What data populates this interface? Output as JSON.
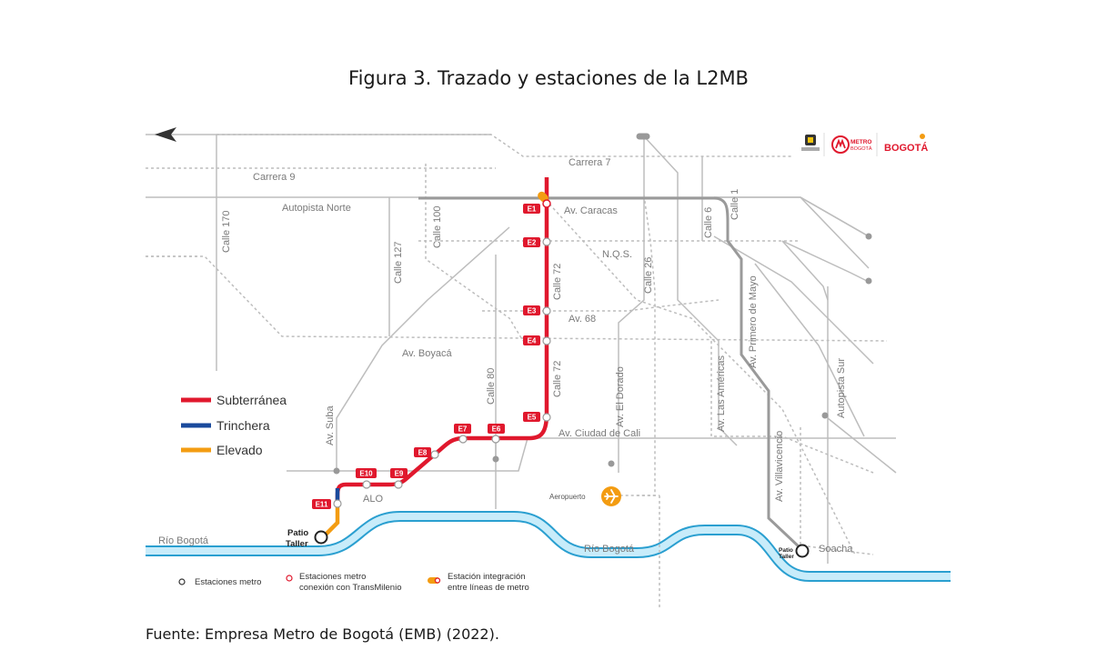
{
  "figure_title": "Figura 3. Trazado y estaciones de la L2MB",
  "source": "Fuente: Empresa Metro de Bogotá (EMB) (2022).",
  "streets": {
    "carrera7": "Carrera 7",
    "carrera9": "Carrera 9",
    "autopista_norte": "Autopista Norte",
    "av_caracas": "Av. Caracas",
    "calle170": "Calle 170",
    "calle127": "Calle 127",
    "calle100": "Calle 100",
    "calle72a": "Calle 72",
    "calle72b": "Calle 72",
    "nqs": "N.Q.S.",
    "calle26": "Calle 26",
    "calle6": "Calle 6",
    "calle1": "Calle 1",
    "av68": "Av. 68",
    "av_boyaca": "Av. Boyacá",
    "calle80": "Calle 80",
    "av_el_dorado": "Av. El Dorado",
    "av_las_americas": "Av. Las Américas",
    "av_primero_mayo": "Av. Primero de Mayo",
    "autopista_sur": "Autopista Sur",
    "av_suba": "Av. Suba",
    "av_ciudad_cali": "Av. Ciudad de Cali",
    "av_villavicencio": "Av. Villavicencio",
    "alo": "ALO",
    "rio1": "Río Bogotá",
    "rio2": "Río Bogotá",
    "soacha": "Soacha",
    "aeropuerto": "Aeropuerto"
  },
  "stations": [
    "E1",
    "E2",
    "E3",
    "E4",
    "E5",
    "E6",
    "E7",
    "E8",
    "E9",
    "E10",
    "E11"
  ],
  "patio1": [
    "Patio",
    "Taller"
  ],
  "patio2": [
    "Patio",
    "Taller"
  ],
  "legend": {
    "subterranea": "Subterránea",
    "trinchera": "Trinchera",
    "elevado": "Elevado",
    "colors": {
      "subterranea": "#e0182d",
      "trinchera": "#1a4a9c",
      "elevado": "#f39c12"
    }
  },
  "bottom_legend": {
    "estaciones_metro": "Estaciones metro",
    "conexion_1": "Estaciones metro",
    "conexion_2": "conexión con TransMilenio",
    "integracion_1": "Estación integración",
    "integracion_2": "entre líneas de metro"
  },
  "logos": {
    "bogota": "BOGOTÁ",
    "metro_1": "METRO",
    "metro_2": "BOGOTÁ"
  },
  "icons": [
    "arrow-left-icon",
    "airplane-icon"
  ]
}
